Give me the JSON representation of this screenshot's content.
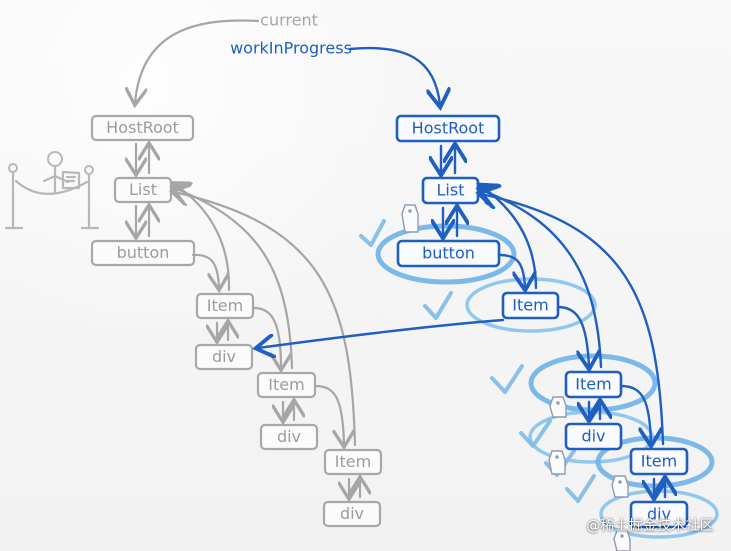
{
  "labels": {
    "current": "current",
    "workInProgress": "workInProgress"
  },
  "left_tree": {
    "hostroot": "HostRoot",
    "list": "List",
    "button": "button",
    "item1": "Item",
    "div1": "div",
    "item2": "Item",
    "div2": "div",
    "item3": "Item",
    "div3": "div"
  },
  "right_tree": {
    "hostroot": "HostRoot",
    "list": "List",
    "button": "button",
    "item1": "Item",
    "item2": "Item",
    "div2": "div",
    "item3": "Item",
    "div3": "div"
  },
  "watermark": "@稀土掘金技术社区",
  "colors": {
    "gray": "#a6a6a6",
    "blue": "#1f5fbf",
    "light_blue": "#7fbbe8"
  }
}
